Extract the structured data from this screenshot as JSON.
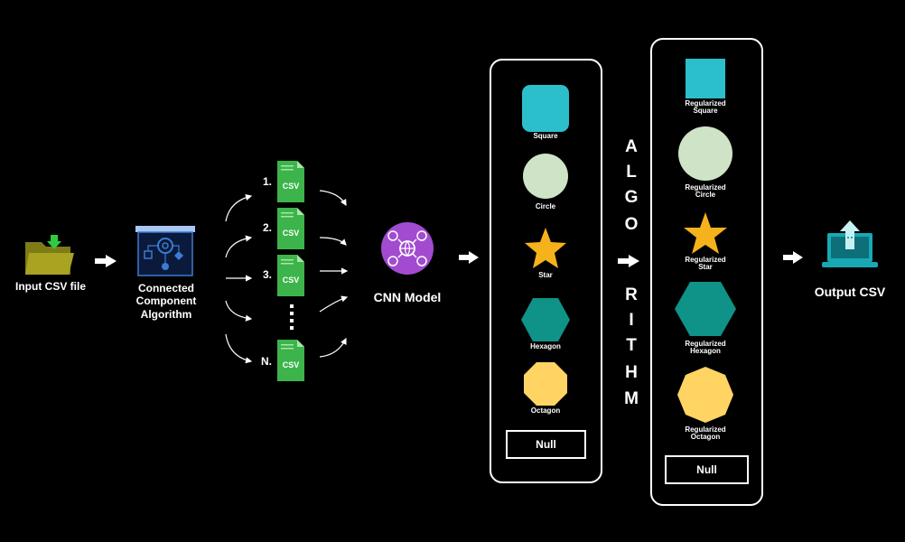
{
  "input": {
    "label": "Input CSV file"
  },
  "algorithm": {
    "line1": "Connected",
    "line2": "Component",
    "line3": "Algorithm"
  },
  "csv_files": [
    {
      "num": "1.",
      "text": "CSV"
    },
    {
      "num": "2.",
      "text": "CSV"
    },
    {
      "num": "3.",
      "text": "CSV"
    },
    {
      "num": "N.",
      "text": "CSV"
    }
  ],
  "model": {
    "label": "CNN Model"
  },
  "classes_panel": {
    "shapes": [
      {
        "label": "Square",
        "color": "#2bbfcb"
      },
      {
        "label": "Circle",
        "color": "#cfe3c6"
      },
      {
        "label": "Star",
        "color": "#f5b21b"
      },
      {
        "label": "Hexagon",
        "color": "#0f9288"
      },
      {
        "label": "Octagon",
        "color": "#ffd463"
      }
    ],
    "null_label": "Null"
  },
  "algo_letters": [
    "A",
    "L",
    "G",
    "O",
    "R",
    "I",
    "T",
    "H",
    "M"
  ],
  "regularized_panel": {
    "shapes": [
      {
        "line1": "Regularized",
        "line2": "Square"
      },
      {
        "line1": "Regularized",
        "line2": "Circle"
      },
      {
        "line1": "Regularized",
        "line2": "Star"
      },
      {
        "line1": "Regularized",
        "line2": "Hexagon"
      },
      {
        "line1": "Regularized",
        "line2": "Octagon"
      }
    ],
    "null_label": "Null"
  },
  "output": {
    "label": "Output CSV"
  },
  "colors": {
    "folder": "#9e9a1e",
    "folder_arrow": "#2ecc40",
    "csv_green": "#3cb44b",
    "cnn_purple": "#a24bd0",
    "algo_blue": "#3a7bd5",
    "laptop_teal": "#18a9b5"
  }
}
